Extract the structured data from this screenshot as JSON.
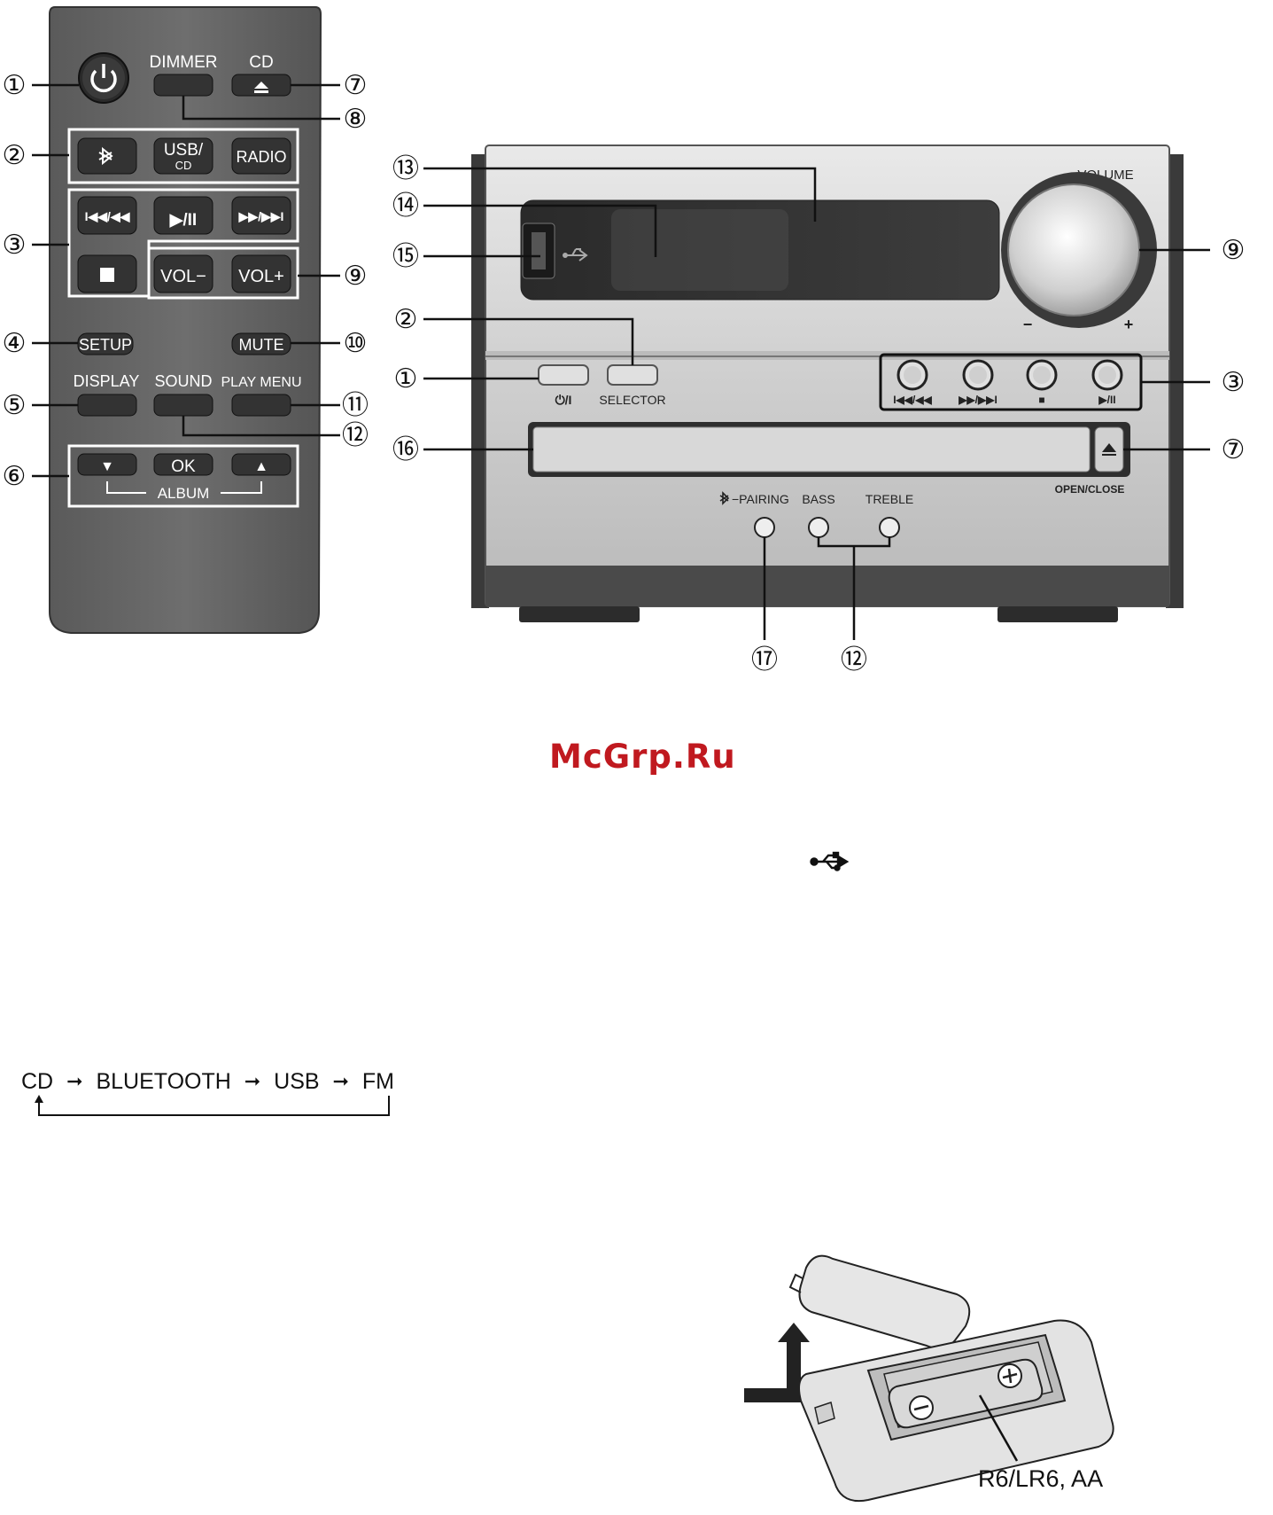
{
  "remote": {
    "dimmer": "DIMMER",
    "cd": "CD",
    "usb_line1": "USB/",
    "usb_line2": "CD",
    "radio": "RADIO",
    "prev": "I◀◀/◀◀",
    "play": "▶/II",
    "next": "▶▶/▶▶I",
    "stop": "■",
    "vol_minus": "VOL−",
    "vol_plus": "VOL+",
    "setup": "SETUP",
    "mute": "MUTE",
    "display": "DISPLAY",
    "sound": "SOUND",
    "play_menu": "PLAY MENU",
    "down": "▼",
    "ok": "OK",
    "up": "▲",
    "album": "ALBUM",
    "callouts": [
      "①",
      "②",
      "③",
      "④",
      "⑤",
      "⑥",
      "⑦",
      "⑧",
      "⑨",
      "⑩",
      "⑪",
      "⑫"
    ]
  },
  "unit": {
    "volume": "VOLUME",
    "minus": "−",
    "plus": "+",
    "power": "⏻/I",
    "selector": "SELECTOR",
    "prev": "I◀◀/◀◀",
    "next": "▶▶/▶▶I",
    "stop": "■",
    "play": "▶/II",
    "open_close": "OPEN/CLOSE",
    "pairing": "−PAIRING",
    "bass": "BASS",
    "treble": "TREBLE",
    "callouts": [
      "⑬",
      "⑭",
      "⑮",
      "②",
      "①",
      "⑯",
      "⑨",
      "③",
      "⑦",
      "⑰",
      "⑫"
    ]
  },
  "watermark": "McGrp.Ru",
  "usb_symbol": "usb-icon",
  "flow": {
    "items": [
      "CD",
      "BLUETOOTH",
      "USB",
      "FM"
    ]
  },
  "battery": {
    "label": "R6/LR6, AA"
  }
}
